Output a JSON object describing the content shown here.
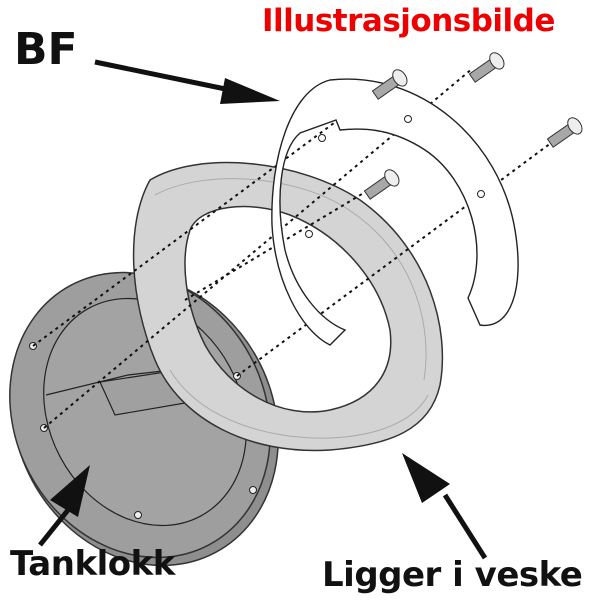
{
  "title": "Illustrasjonsbilde",
  "labels": {
    "bf": "BF",
    "tanklokk": "Tanklokk",
    "ligger_i_veske": "Ligger i veske"
  },
  "colors": {
    "title": "#ee0000",
    "label": "#111111",
    "tank_cap_fill": "#9e9e9e",
    "flange_fill": "#d6d6d6",
    "bf_plate_fill": "#ffffff",
    "screw_fill": "#a8a8a8"
  },
  "parts": [
    {
      "id": "bf-plate",
      "name": "BF"
    },
    {
      "id": "flange-ring",
      "name": "Ligger i veske"
    },
    {
      "id": "tank-cap",
      "name": "Tanklokk"
    },
    {
      "id": "screws",
      "count": 4
    }
  ]
}
